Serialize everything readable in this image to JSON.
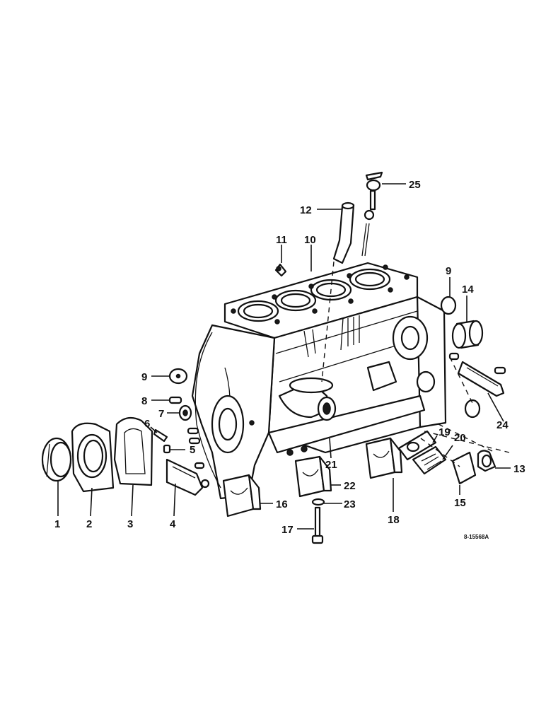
{
  "callouts": [
    "1",
    "2",
    "3",
    "4",
    "5",
    "6",
    "7",
    "8",
    "9",
    "9",
    "10",
    "11",
    "12",
    "13",
    "14",
    "15",
    "16",
    "17",
    "18",
    "19",
    "20",
    "21",
    "22",
    "23",
    "24",
    "25"
  ],
  "drawing_ref": "8-15568A",
  "colors": {
    "ink": "#111111",
    "paper": "#ffffff"
  }
}
